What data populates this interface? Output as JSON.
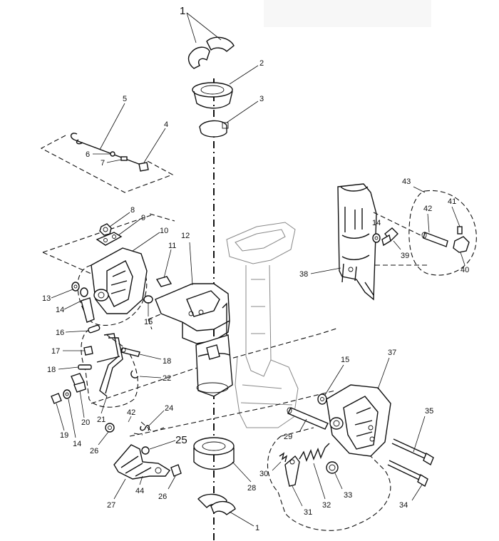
{
  "labels": {
    "p1_top": "1",
    "p2": "2",
    "p3": "3",
    "p4": "4",
    "p5": "5",
    "p6": "6",
    "p7": "7",
    "p8": "8",
    "p9": "9",
    "p10": "10",
    "p11": "11",
    "p12": "12",
    "p13": "13",
    "p14_left": "14",
    "p15_left": "15",
    "p16": "16",
    "p17": "17",
    "p18_left": "18",
    "p18_mid": "18",
    "p19": "19",
    "p14_low": "14",
    "p20": "20",
    "p21": "21",
    "p22": "22",
    "p24": "24",
    "p25": "25",
    "p42_low": "42",
    "p26_a": "26",
    "p26_b": "26",
    "p27": "27",
    "p44": "44",
    "p28": "28",
    "p1_bottom": "1",
    "p29": "29",
    "p15_right": "15",
    "p37": "37",
    "p35": "35",
    "p30": "30",
    "p31": "31",
    "p32": "32",
    "p33": "33",
    "p34": "34",
    "p38": "38",
    "p14_right": "14",
    "p39": "39",
    "p43": "43",
    "p41": "41",
    "p42_right": "42",
    "p40": "40"
  }
}
